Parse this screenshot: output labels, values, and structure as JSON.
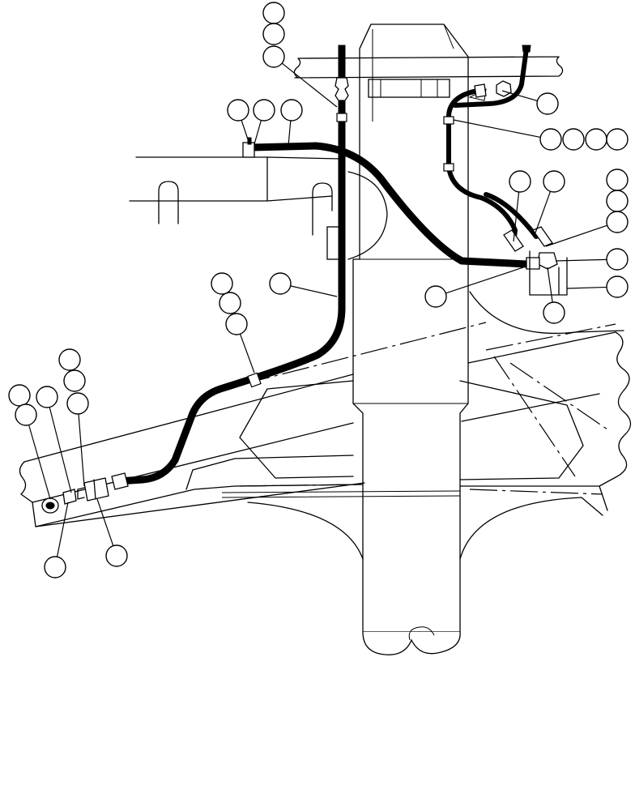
{
  "diagram": {
    "colors": {
      "line": "#000000",
      "background": "#ffffff"
    },
    "balloons": [
      "balloon-1",
      "balloon-2",
      "balloon-3",
      "balloon-4",
      "balloon-5",
      "balloon-6",
      "balloon-7",
      "balloon-8",
      "balloon-9",
      "balloon-10",
      "balloon-11",
      "balloon-12",
      "balloon-13",
      "balloon-14",
      "balloon-15",
      "balloon-16",
      "balloon-17",
      "balloon-18",
      "balloon-19",
      "balloon-20",
      "balloon-21",
      "balloon-22",
      "balloon-23",
      "balloon-24",
      "balloon-25",
      "balloon-26",
      "balloon-27",
      "balloon-28",
      "balloon-29",
      "balloon-30",
      "balloon-31",
      "balloon-32",
      "balloon-33"
    ]
  }
}
